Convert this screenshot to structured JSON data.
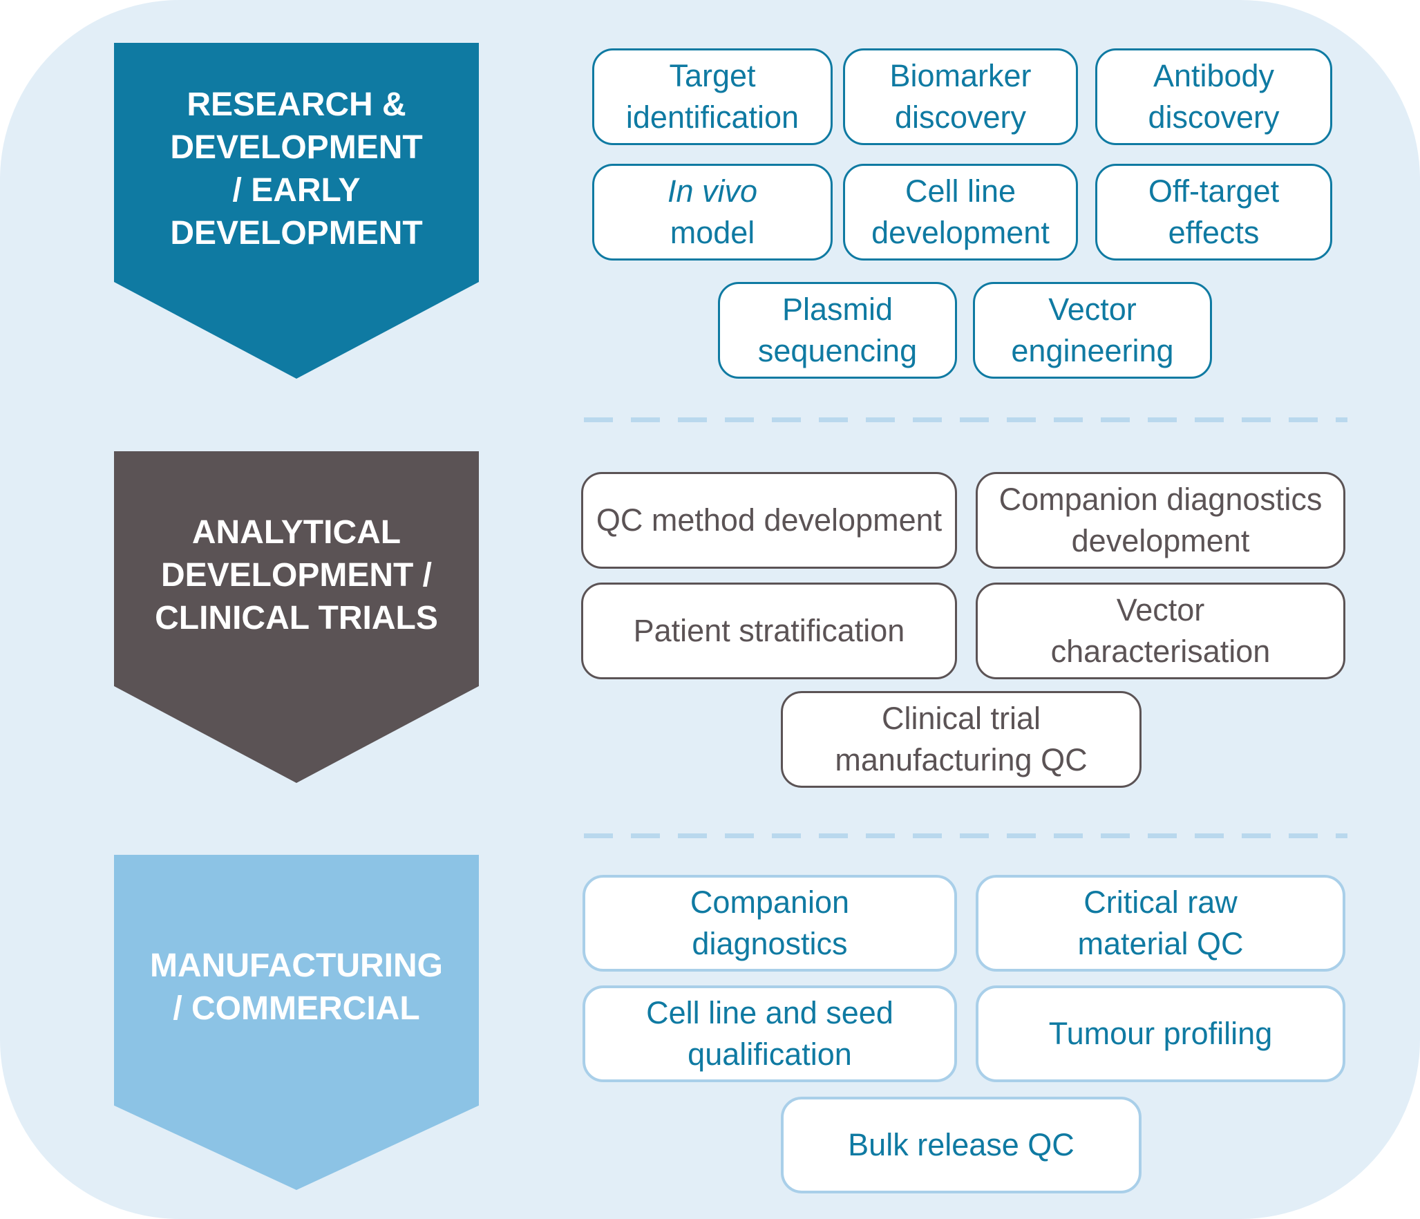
{
  "title": "Drug development pipeline diagram",
  "colors": {
    "background": "#e2eef7",
    "teal": "#0f7aa2",
    "gray": "#5b5355",
    "light_blue": "#8cc3e5",
    "pill_border_light": "#a9cfe9",
    "dashed_line": "#b9d8ed",
    "banner_text": "#ffffff",
    "pill_background": "#ffffff"
  },
  "sections": [
    {
      "id": "research-development",
      "banner": {
        "lines": [
          "RESEARCH &",
          "DEVELOPMENT",
          "/ EARLY",
          "DEVELOPMENT"
        ]
      },
      "rows": [
        {
          "pills": [
            {
              "lines": [
                "Target",
                "identification"
              ]
            },
            {
              "lines": [
                "Biomarker",
                "discovery"
              ]
            },
            {
              "lines": [
                "Antibody",
                "discovery"
              ]
            }
          ]
        },
        {
          "pills": [
            {
              "lines": [
                "In vivo",
                "model"
              ]
            },
            {
              "lines": [
                "Cell line",
                "development"
              ]
            },
            {
              "lines": [
                "Off-target",
                "effects"
              ]
            }
          ]
        },
        {
          "pills": [
            {
              "lines": [
                "Plasmid",
                "sequencing"
              ]
            },
            {
              "lines": [
                "Vector",
                "engineering"
              ]
            }
          ]
        }
      ]
    },
    {
      "id": "analytical-development",
      "banner": {
        "lines": [
          "ANALYTICAL",
          "DEVELOPMENT /",
          "CLINICAL TRIALS"
        ]
      },
      "rows": [
        {
          "pills": [
            {
              "lines": [
                "QC method development"
              ]
            },
            {
              "lines": [
                "Companion diagnostics",
                "development"
              ]
            }
          ]
        },
        {
          "pills": [
            {
              "lines": [
                "Patient stratification"
              ]
            },
            {
              "lines": [
                "Vector",
                "characterisation"
              ]
            }
          ]
        },
        {
          "pills": [
            {
              "lines": [
                "Clinical trial",
                "manufacturing QC"
              ]
            }
          ]
        }
      ]
    },
    {
      "id": "manufacturing-commercial",
      "banner": {
        "lines": [
          "MANUFACTURING",
          "/ COMMERCIAL"
        ]
      },
      "rows": [
        {
          "pills": [
            {
              "lines": [
                "Companion",
                "diagnostics"
              ]
            },
            {
              "lines": [
                "Critical raw",
                "material QC"
              ]
            }
          ]
        },
        {
          "pills": [
            {
              "lines": [
                "Cell line and seed",
                "qualification"
              ]
            },
            {
              "lines": [
                "Tumour profiling"
              ]
            }
          ]
        },
        {
          "pills": [
            {
              "lines": [
                "Bulk release QC"
              ]
            }
          ]
        }
      ]
    }
  ]
}
